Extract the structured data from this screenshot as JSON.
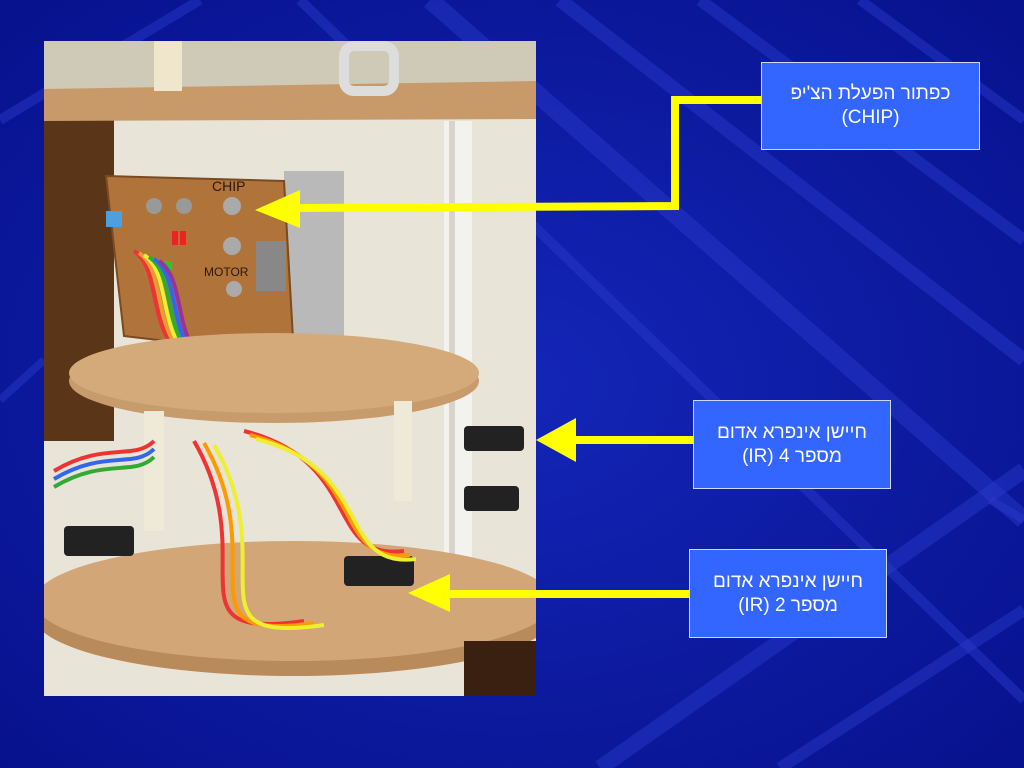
{
  "colors": {
    "background": "#0a1496",
    "callout_fill": "#3366ff",
    "arrow": "#ffff00"
  },
  "callouts": {
    "chip": {
      "line1": "כפתור הפעלת הצ'יפ",
      "line2": "(CHIP)"
    },
    "ir4": {
      "line1": "חיישן אינפרא אדום",
      "line2": "מספר 4 (IR)"
    },
    "ir2": {
      "line1": "חיישן אינפרא אדום",
      "line2": "מספר 2 (IR)"
    }
  },
  "photo_label": {
    "chip_text": "CHIP",
    "motor_text": "MOTOR"
  }
}
